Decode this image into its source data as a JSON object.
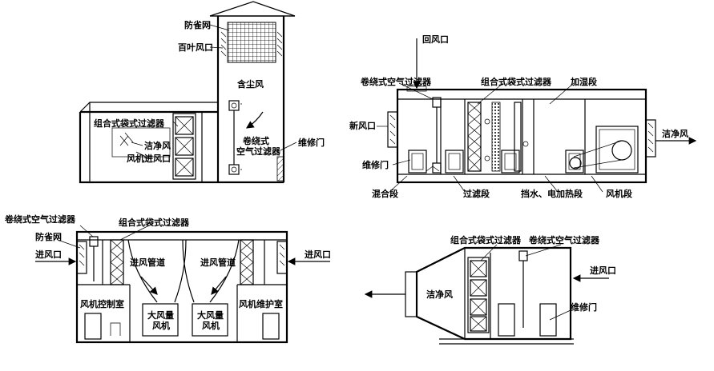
{
  "diagrams": {
    "top_left": {
      "labels": {
        "bird_net": "防雀网",
        "louver": "百叶风口",
        "dusty_air": "含尘风",
        "combined_bag_filter": "组合式袋式过滤器",
        "clean_air": "洁净风",
        "fan_inlet": "风机进风口",
        "roll_filter": "卷绕式\n空气过滤器",
        "maintenance_door": "维修门"
      }
    },
    "top_right": {
      "labels": {
        "return_air": "回风口",
        "roll_filter": "卷绕式空气过滤器",
        "combined_bag_filter": "组合式袋式过滤器",
        "humidify": "加湿段",
        "fresh_air": "新风口",
        "clean_air": "洁净风",
        "maintenance_door": "维修门",
        "mixing": "混合段",
        "filter_section": "过滤段",
        "water_heat": "挡水、电加热段",
        "fan_section": "风机段"
      }
    },
    "bottom_left": {
      "labels": {
        "roll_filter": "卷绕式空气过滤器",
        "combined_bag_filter": "组合式袋式过滤器",
        "bird_net": "防雀网",
        "inlet_left": "进风口",
        "inlet_right": "进风口",
        "duct_left": "进风管道",
        "duct_right": "进风管道",
        "control_room": "风机控制室",
        "maint_room": "风机维护室",
        "big_fan_left": "大风量\n风机",
        "big_fan_right": "大风量\n风机"
      }
    },
    "bottom_right": {
      "labels": {
        "combined_bag_filter": "组合式袋式过滤器",
        "roll_filter": "卷绕式空气过滤器",
        "inlet": "进风口",
        "clean_air": "洁净风",
        "maintenance_door": "维修门"
      }
    }
  }
}
